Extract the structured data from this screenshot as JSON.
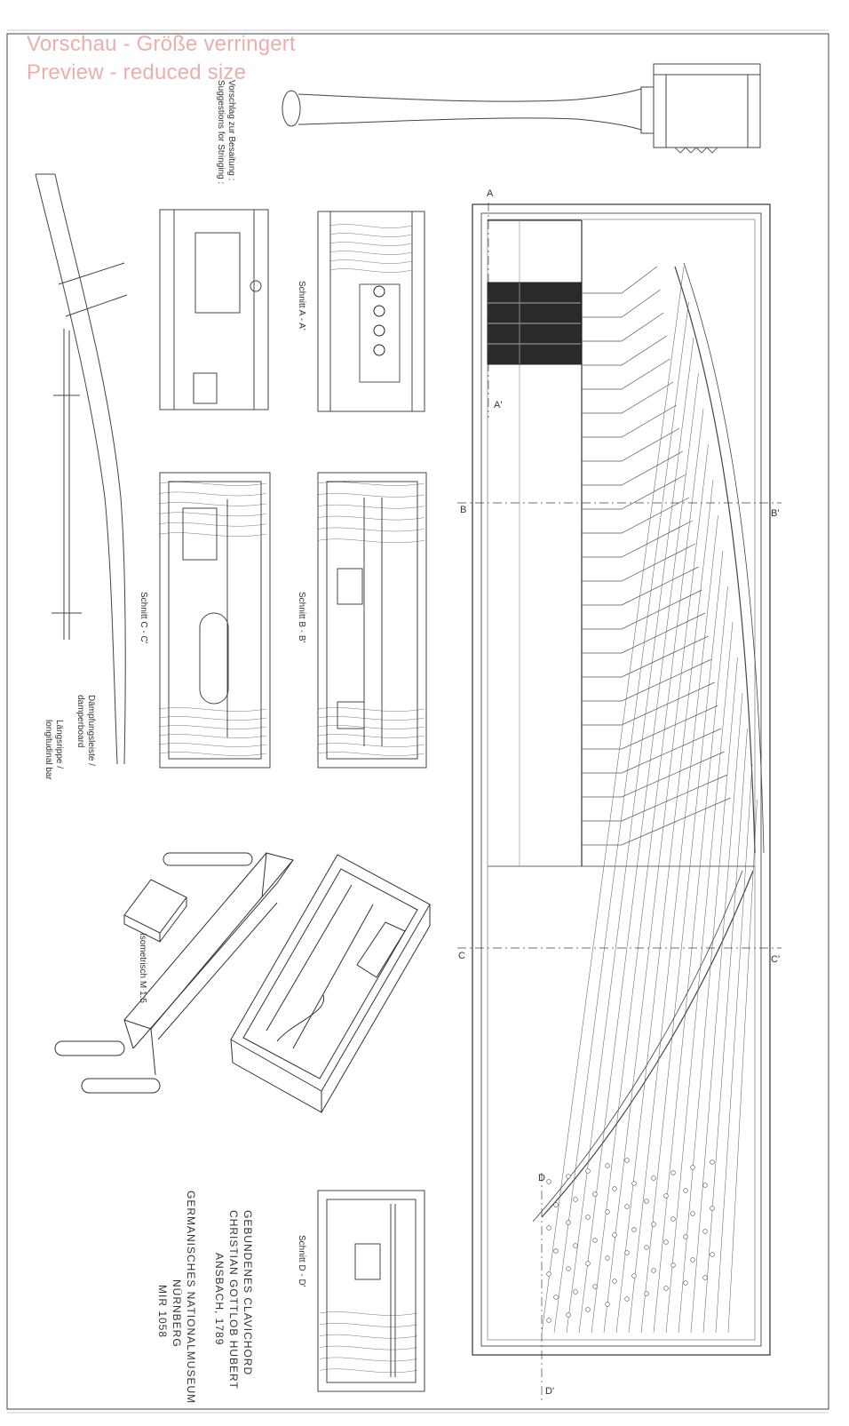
{
  "watermark": {
    "line1": "Vorschau - Größe verringert",
    "line2": "Preview - reduced size"
  },
  "stringing": {
    "title": "Vorschlag zur Besaitung :",
    "subtitle": "Suggestions for Stringing :"
  },
  "sections": {
    "aa": "Schnitt A - A'",
    "bb": "Schnitt B - B'",
    "cc": "Schnitt C - C'",
    "dd": "Schnitt D - D'"
  },
  "damper": {
    "line1": "Dämpfungsleiste /",
    "line2": "damperboard"
  },
  "longitudinal": {
    "line1": "Längsrippe /",
    "line2": "longitudinal bar"
  },
  "isometric": "Isometrisch  M 1:5",
  "title_block": {
    "line1": "GEBUNDENES CLAVICHORD",
    "line2": "CHRISTIAN GOTTLOB HUBERT",
    "line3": "ANSBACH, 1789",
    "line4": "GERMANISCHES NATIONALMUSEUM",
    "line5": "NÜRNBERG",
    "line6": "MIR 1058"
  },
  "section_markers": {
    "a": "A",
    "a_prime": "A'",
    "b": "B",
    "b_prime": "B'",
    "c": "C",
    "c_prime": "C'",
    "d": "D",
    "d_prime": "D'"
  },
  "icons": {
    "leg": "turned-leg-icon",
    "case": "clavichord-case-icon"
  }
}
